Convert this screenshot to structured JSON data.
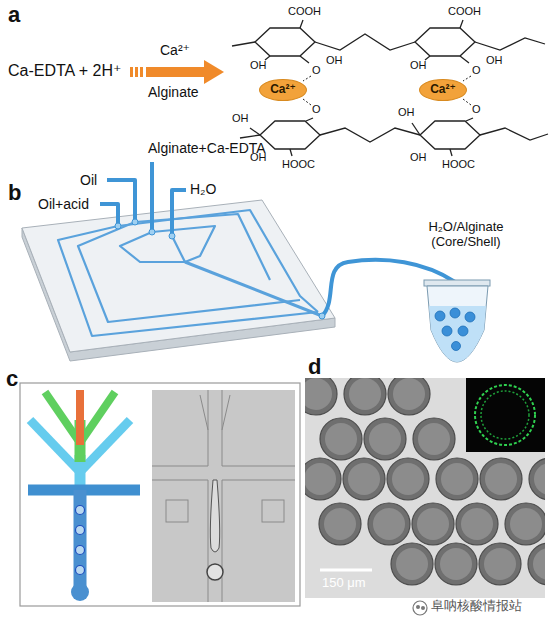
{
  "diagram": {
    "nodes": [
      {
        "text": [
          "Ca²⁺"
        ]
      },
      {
        "text": [
          "Ca²⁺"
        ]
      }
    ],
    "labels": [
      "a",
      "Ca-EDTA + 2H⁺",
      "Ca²⁺",
      "Alginate",
      "COOH",
      "COOH",
      "OH",
      "OH",
      "OH",
      "OH",
      "O",
      "O",
      "O",
      "O",
      "OH",
      "OH",
      "OH",
      "OH",
      "HOOC",
      "HOOC",
      "b",
      "Oil+acid",
      "Oil",
      "Alginate+Ca-EDTA",
      "H₂O",
      "H₂O/Alginate (Core/Shell)",
      "c",
      "d",
      "150 μm",
      "阜呐核酸情报站"
    ]
  }
}
